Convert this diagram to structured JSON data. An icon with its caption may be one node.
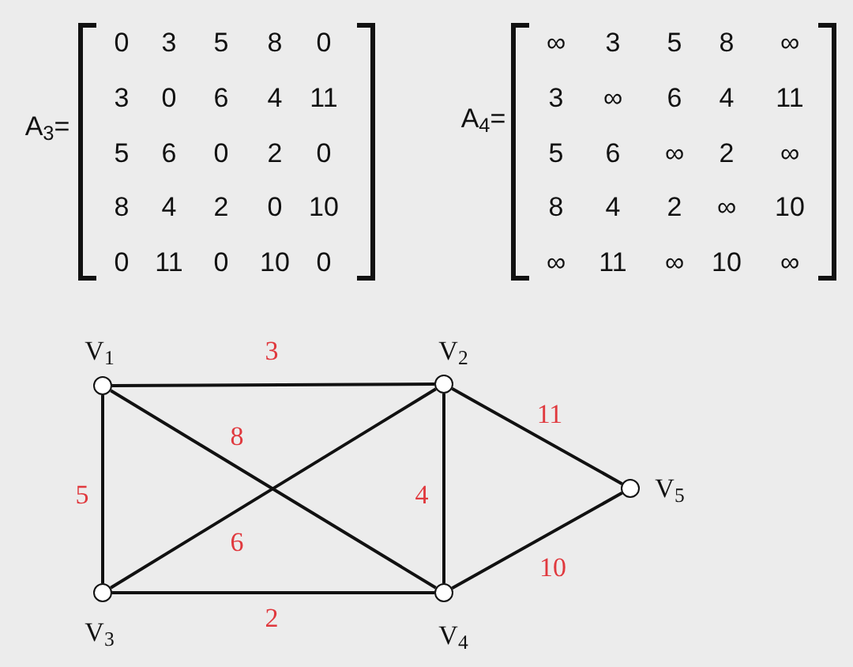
{
  "diagram": {
    "nodes": [
      {
        "text": [],
        "shape": "circle",
        "beside": [
          "V$_{1}$"
        ]
      },
      {
        "text": [],
        "shape": "circle",
        "beside": [
          "V$_{2}$"
        ]
      },
      {
        "text": [],
        "shape": "circle",
        "beside": [
          "V$_{3}$"
        ]
      },
      {
        "text": [],
        "shape": "circle",
        "beside": [
          "V$_{4}$"
        ]
      },
      {
        "text": [],
        "shape": "circle",
        "beside": [
          "V$_{5}$"
        ]
      }
    ],
    "edges": [
      {
        "from": 0,
        "to": 1,
        "arrow": "none",
        "label": "3"
      },
      {
        "from": 0,
        "to": 3,
        "arrow": "none",
        "label": "8"
      },
      {
        "from": 0,
        "to": 2,
        "arrow": "none",
        "label": "5"
      },
      {
        "from": 2,
        "to": 1,
        "arrow": "none",
        "label": "6"
      },
      {
        "from": 1,
        "to": 3,
        "arrow": "none",
        "label": "4"
      },
      {
        "from": 2,
        "to": 3,
        "arrow": "none",
        "label": "2"
      },
      {
        "from": 1,
        "to": 4,
        "arrow": "none",
        "label": "11"
      },
      {
        "from": 3,
        "to": 4,
        "arrow": "none",
        "label": "10"
      }
    ],
    "labels": [
      "A$_{3}$=",
      "0",
      "3",
      "5",
      "8",
      "0",
      "3",
      "0",
      "6",
      "4",
      "11",
      "5",
      "6",
      "0",
      "2",
      "0",
      "8",
      "4",
      "2",
      "0",
      "10",
      "0",
      "11",
      "0",
      "10",
      "0",
      "A$_{4}$=",
      "∞",
      "3",
      "5",
      "8",
      "∞",
      "3",
      "∞",
      "6",
      "4",
      "11",
      "5",
      "6",
      "∞",
      "2",
      "∞",
      "8",
      "4",
      "2",
      "∞",
      "10",
      "∞",
      "11",
      "∞",
      "10",
      "∞"
    ]
  }
}
